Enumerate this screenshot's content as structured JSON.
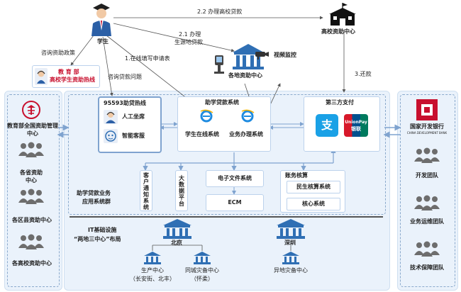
{
  "top": {
    "student_label": "学生",
    "school_center_label": "高校资助中心",
    "local_center_label": "各地资助中心",
    "video_label": "视频监控",
    "edge_handle_school_loan": "2.2 办理高校贷款",
    "edge_handle_local_1": "2.1 办理",
    "edge_handle_local_2": "生源地贷款",
    "edge_apply_online": "1.在线填写申请表",
    "edge_repay": "3.还款",
    "edge_consult_policy": "咨询资助政策",
    "edge_consult_loan": "咨询贷款问题",
    "hotline_line1": "教 育 部",
    "hotline_line2": "高校学生资助热线"
  },
  "left": {
    "items": [
      "教育部全国资助管理中心",
      "各省资助中心",
      "各区县资助中心",
      "各高校资助中心"
    ]
  },
  "right": {
    "bank_name_cn": "国家开发银行",
    "bank_name_en": "CHINA DEVELOPMENT BANK",
    "teams": [
      "开发团队",
      "业务运维团队",
      "技术保障团队"
    ]
  },
  "hotline_box": {
    "title": "95593助贷热线",
    "items": [
      "人工坐席",
      "智能客服"
    ]
  },
  "loan_system": {
    "title": "助学贷款系统",
    "items": [
      "学生在线系统",
      "业务办理系统"
    ]
  },
  "third_party": {
    "title": "第三方支付",
    "alipay": "支",
    "unionpay_1": "UnionPay",
    "unionpay_2": "银联"
  },
  "services": {
    "customer_notice": "客户通知系统",
    "bigdata": "大数据平台",
    "efile": "电子文件系统",
    "ecm": "ECM",
    "accounting_title": "账务核算",
    "accounting_items": [
      "民生核算系统",
      "核心系统"
    ]
  },
  "app_group_label_1": "助学贷款业务",
  "app_group_label_2": "应用系统群",
  "infra": {
    "label_1": "IT基础设施",
    "label_2": "“两地三中心”布局",
    "beijing": "北京",
    "shenzhen": "深圳",
    "production": "生产中心",
    "production_sub": "（长安街、北丰）",
    "samecity": "同城灾备中心",
    "samecity_sub": "（怀柔）",
    "remote": "异地灾备中心"
  },
  "colors": {
    "panel": "#eaf2fb",
    "dashed": "#8aa9cc",
    "arrow": "#7fa3cf",
    "ie_blue": "#1e8be0",
    "alipay": "#1aa1e6",
    "unionpay_red": "#d7182a",
    "bank_red": "#c8102e",
    "people": "#6d6d6d",
    "building": "#2f6fb4"
  }
}
